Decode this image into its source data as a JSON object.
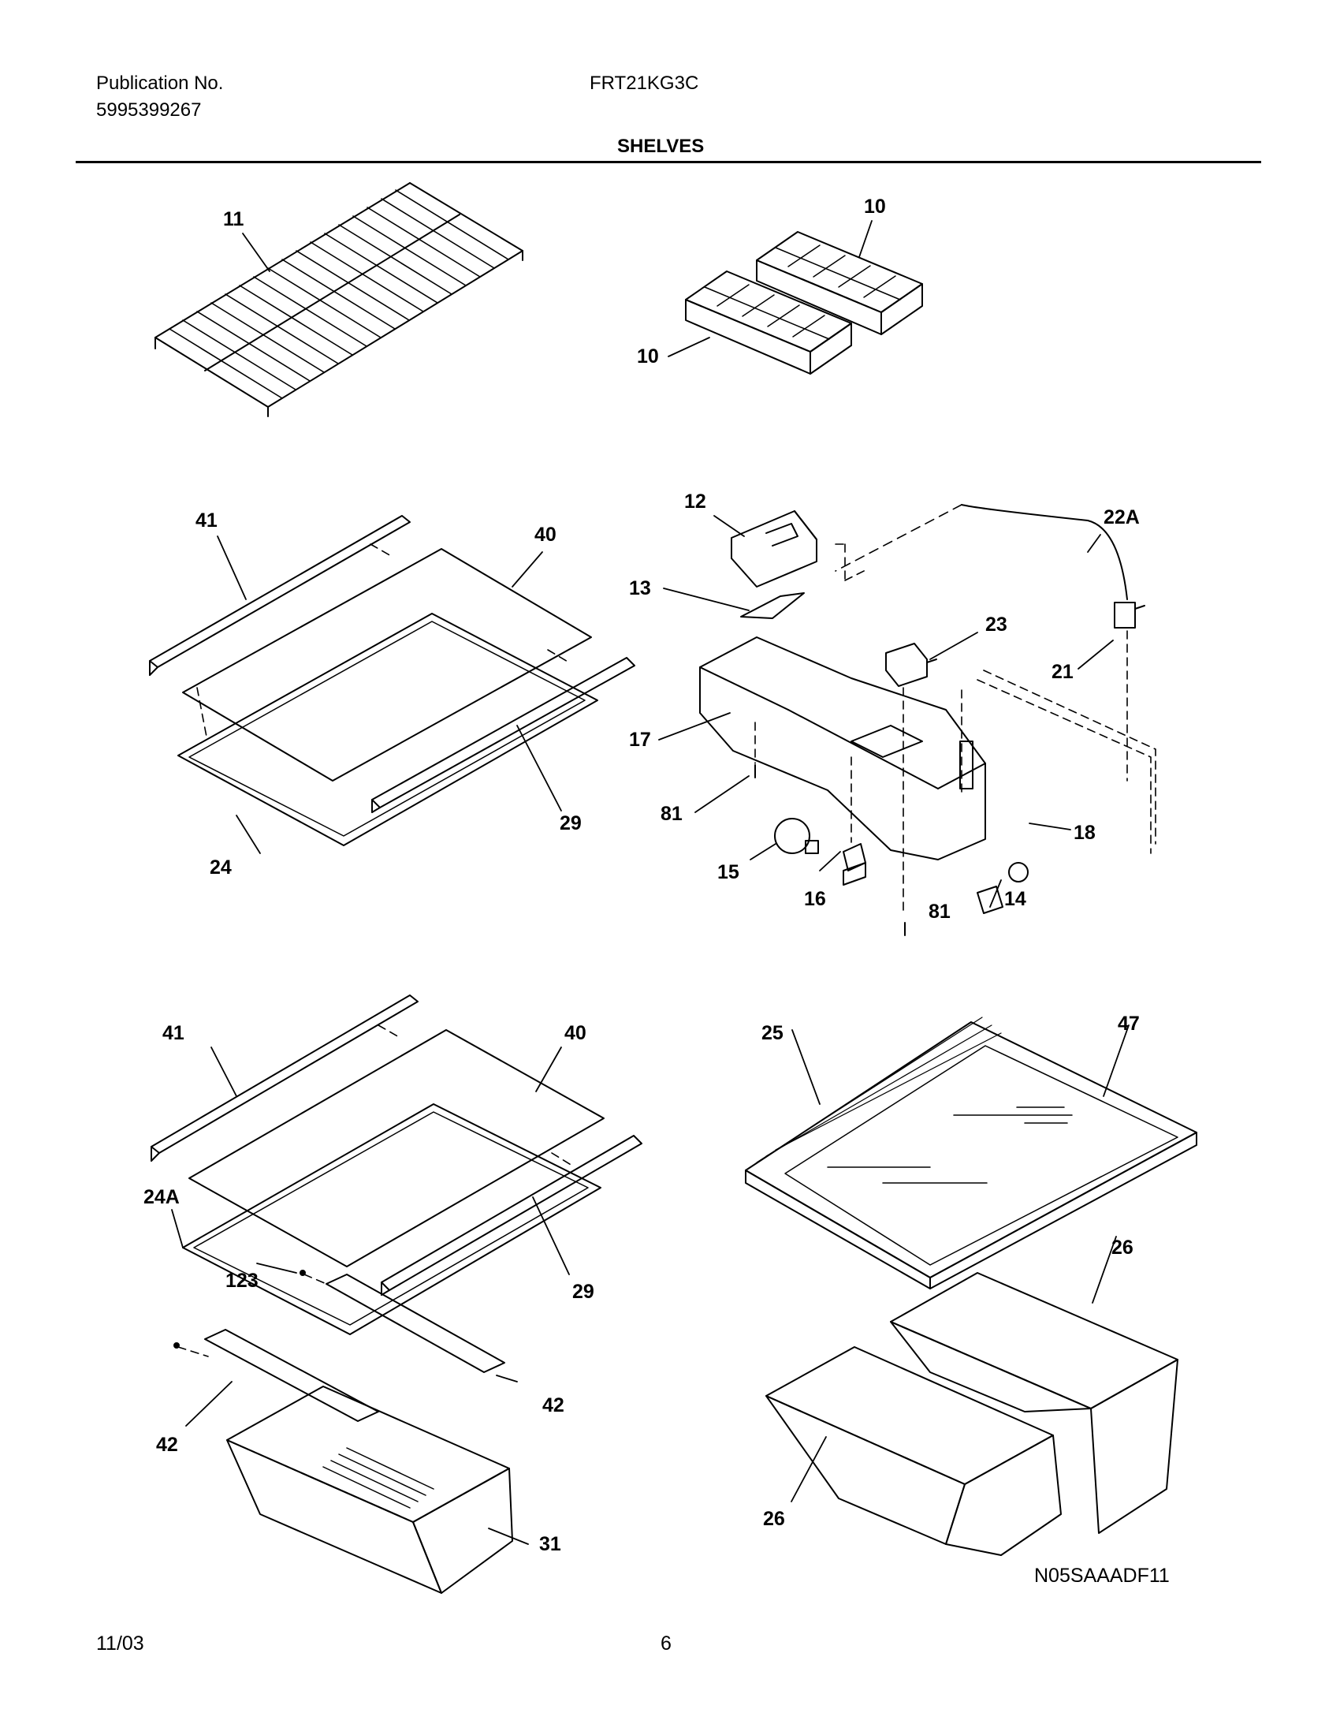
{
  "header": {
    "publication_label": "Publication No.",
    "publication_number": "5995399267",
    "model": "FRT21KG3C",
    "section_title": "SHELVES"
  },
  "footer": {
    "date": "11/03",
    "page_number": "6",
    "diagram_code": "N05SAAADF11"
  },
  "callouts": {
    "c11": "11",
    "c10a": "10",
    "c10b": "10",
    "c41a": "41",
    "c40a": "40",
    "c29a": "29",
    "c24": "24",
    "c12": "12",
    "c13": "13",
    "c17": "17",
    "c81a": "81",
    "c15": "15",
    "c16": "16",
    "c81b": "81",
    "c14": "14",
    "c18": "18",
    "c23": "23",
    "c21": "21",
    "c22A": "22A",
    "c41b": "41",
    "c40b": "40",
    "c24A": "24A",
    "c123": "123",
    "c29b": "29",
    "c42a": "42",
    "c42b": "42",
    "c31": "31",
    "c25": "25",
    "c47": "47",
    "c26a": "26",
    "c26b": "26"
  },
  "colors": {
    "ink": "#000000",
    "paper": "#ffffff"
  }
}
